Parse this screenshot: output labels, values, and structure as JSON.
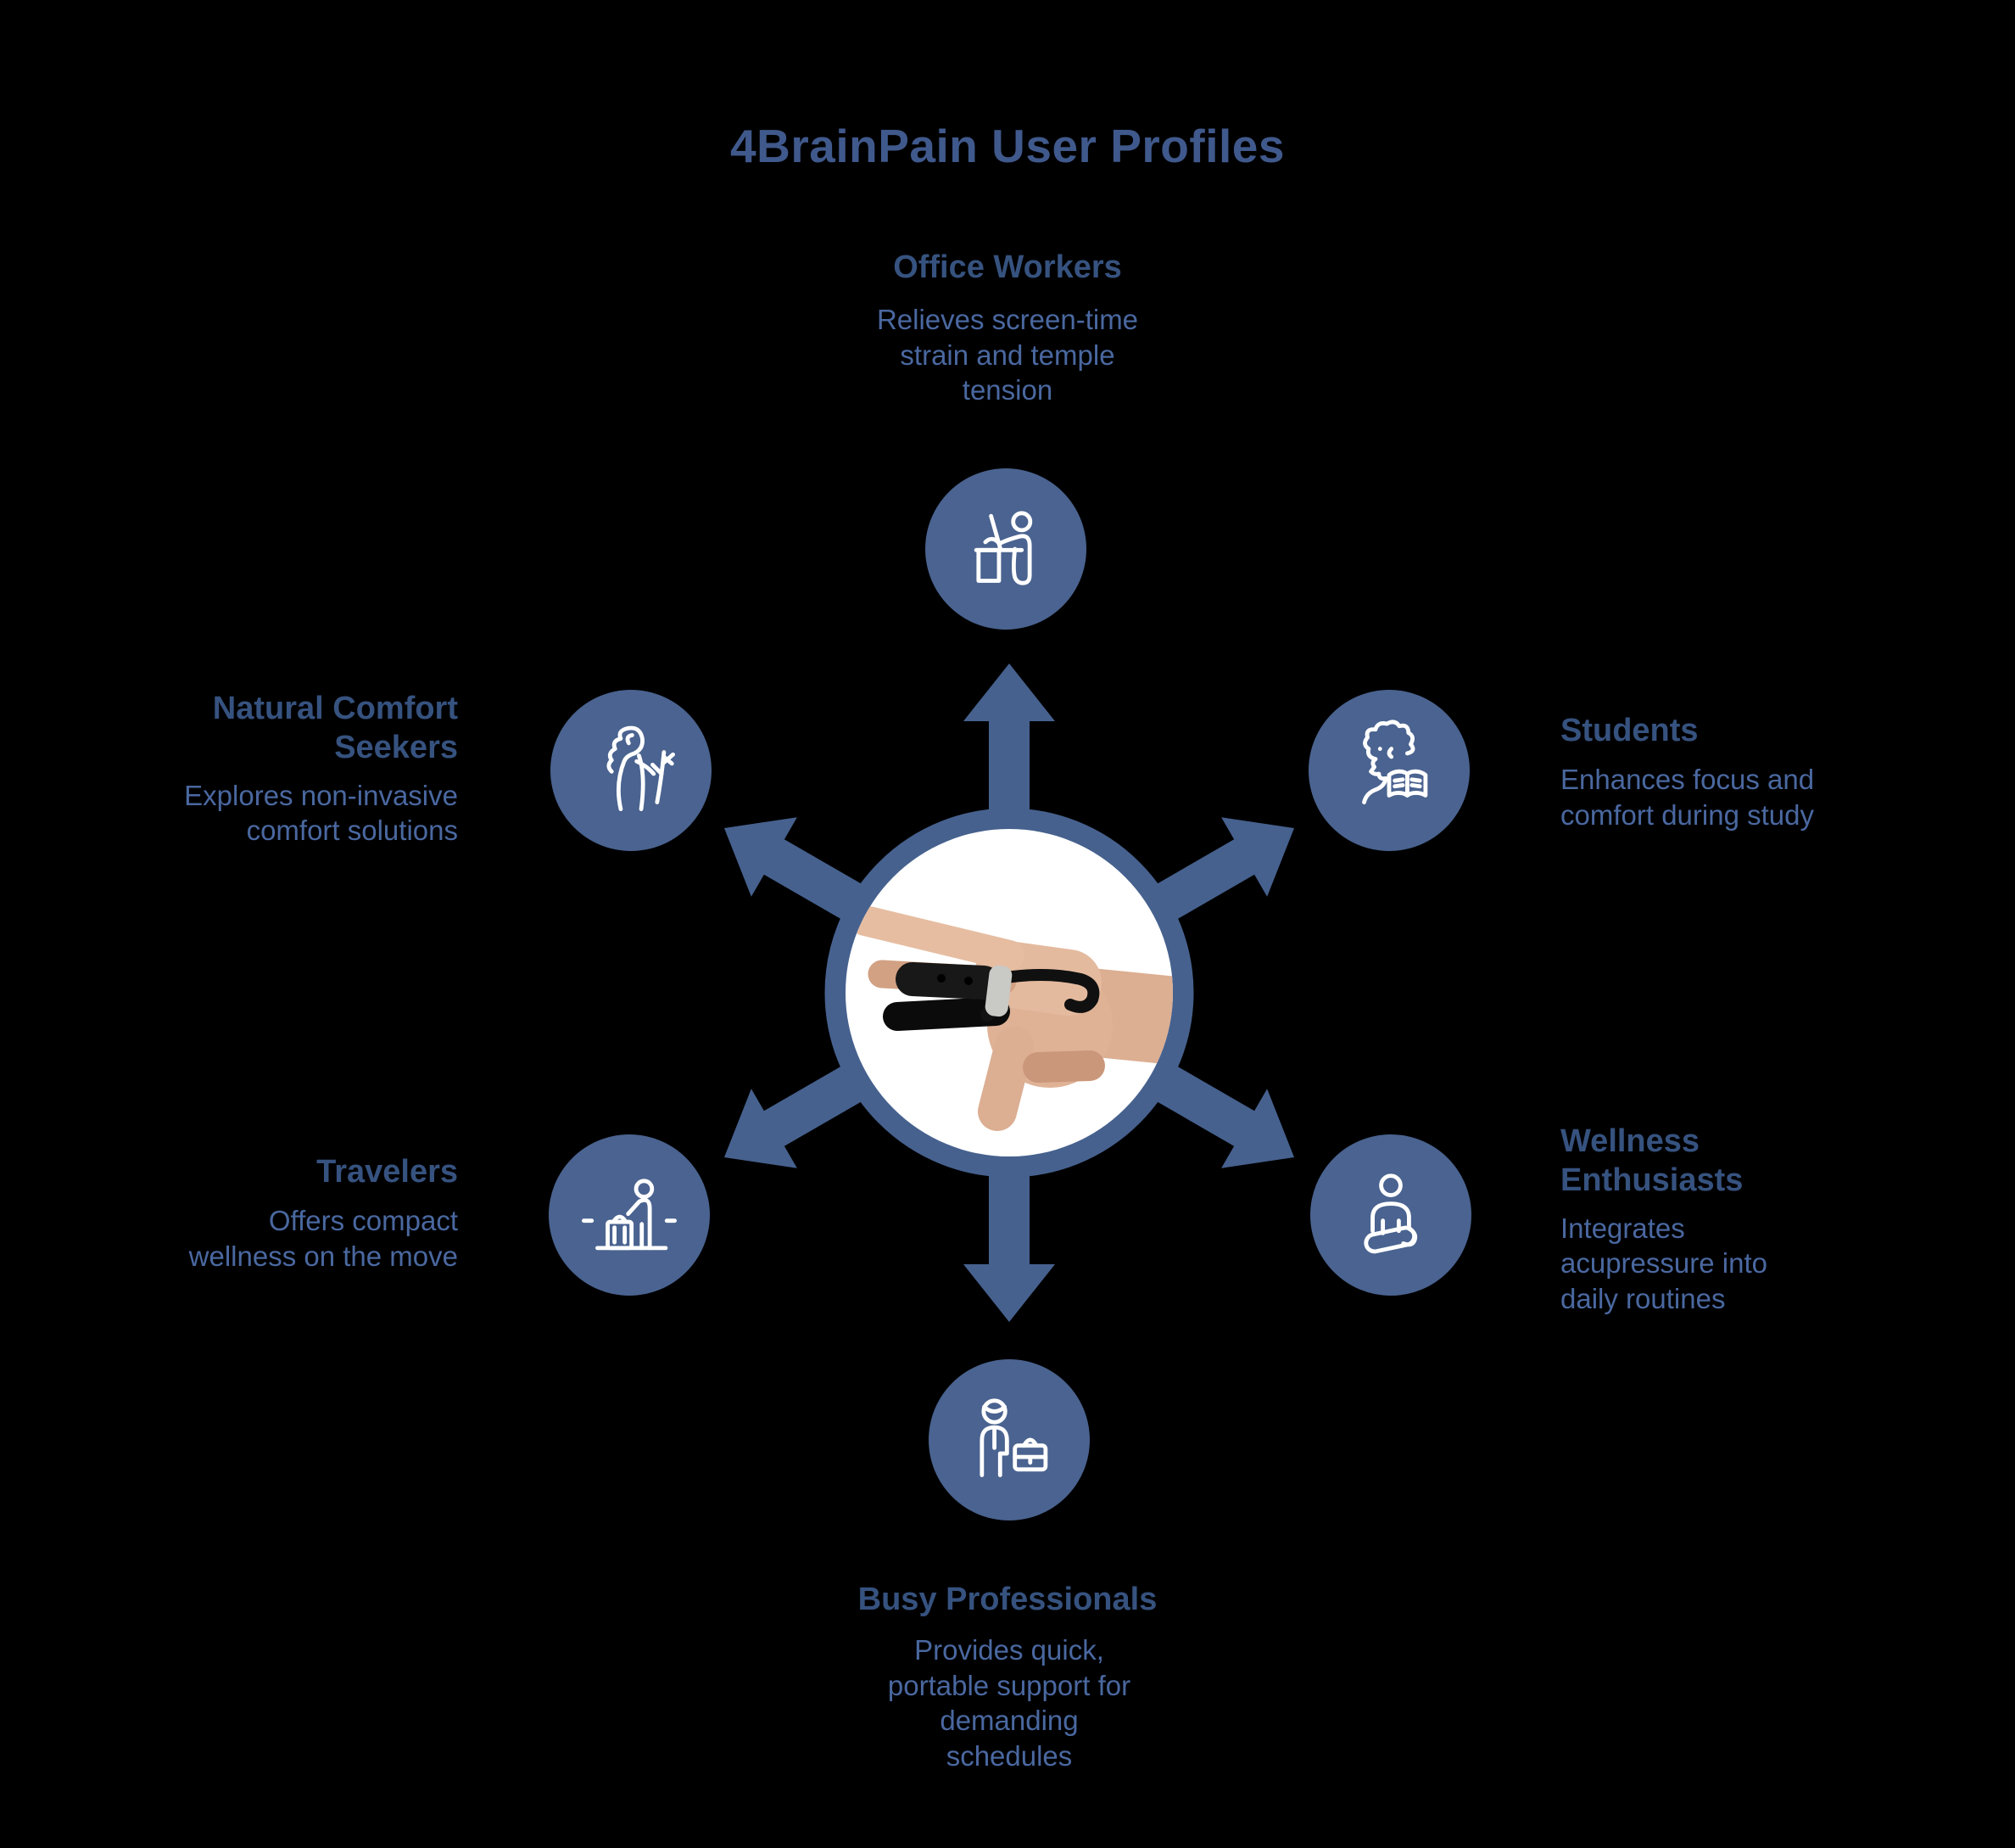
{
  "title": "4BrainPain User Profiles",
  "colors": {
    "background": "#000000",
    "node_fill": "#4A6390",
    "ring_arrows": "#46618E",
    "hub_inner": "#FFFFFF",
    "icon_stroke": "#FFFFFF",
    "title_text": "#40598C",
    "heading_text": "#36527F",
    "body_text": "#4A68A0"
  },
  "hub": {
    "center_image": "hand-with-acupressure-clip-photo",
    "arrow_count": 6
  },
  "profiles": [
    {
      "id": "office-workers",
      "position": "top",
      "icon": "office-worker-desk-icon",
      "label": "Office Workers",
      "description": "Relieves screen-time strain and temple tension"
    },
    {
      "id": "students",
      "position": "right-top",
      "icon": "student-reading-icon",
      "label": "Students",
      "description": "Enhances focus and comfort during study"
    },
    {
      "id": "wellness-enthusiasts",
      "position": "right-bottom",
      "icon": "meditation-icon",
      "label": "Wellness Enthusiasts",
      "description": "Integrates acupressure into daily routines"
    },
    {
      "id": "busy-professionals",
      "position": "bottom",
      "icon": "professional-briefcase-icon",
      "label": "Busy Professionals",
      "description": "Provides quick, portable support for demanding schedules"
    },
    {
      "id": "travelers",
      "position": "left-bottom",
      "icon": "traveler-luggage-icon",
      "label": "Travelers",
      "description": "Offers compact wellness on the move"
    },
    {
      "id": "natural-comfort-seekers",
      "position": "left-top",
      "icon": "person-with-branch-icon",
      "label": "Natural Comfort Seekers",
      "description": "Explores non-invasive comfort solutions"
    }
  ]
}
